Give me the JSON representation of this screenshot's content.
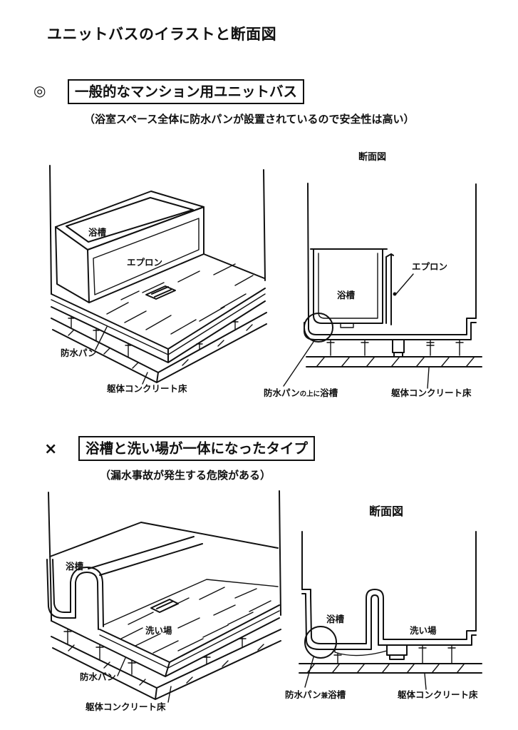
{
  "document": {
    "title": "ユニットバスのイラストと断面図"
  },
  "sections": [
    {
      "marker": "◎",
      "heading": "一般的なマンション用ユニットバス",
      "note": "（浴室スペース全体に防水パンが設置されているので安全性は高い）",
      "illustration": {
        "tub": "浴槽",
        "apron": "エプロン",
        "pan": "防水パン",
        "slab": "躯体コンクリート床"
      },
      "section_view": {
        "title": "断面図",
        "apron": "エプロン",
        "tub": "浴槽",
        "pan_label": {
          "main": "防水パン",
          "joiner": "の上に",
          "tail": "浴槽"
        },
        "slab": "躯体コンクリート床"
      }
    },
    {
      "marker": "×",
      "heading": "浴槽と洗い場が一体になったタイプ",
      "note": "（漏水事故が発生する危険がある）",
      "illustration": {
        "tub": "浴槽",
        "wash_area": "洗い場",
        "pan": "防水パン",
        "slab": "躯体コンクリート床"
      },
      "section_view": {
        "title": "断面図",
        "tub": "浴槽",
        "wash_area": "洗い場",
        "pan_label": {
          "main": "防水パン",
          "joiner": "兼",
          "tail": "浴槽"
        },
        "slab": "躯体コンクリート床"
      }
    }
  ]
}
